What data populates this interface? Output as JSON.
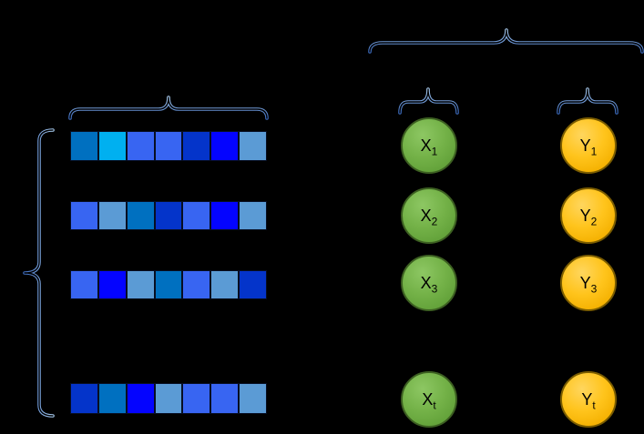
{
  "diagram": {
    "background_color": "#000000",
    "brace_gradient": {
      "light": "#A9CCEF",
      "dark": "#3C6CC0"
    },
    "feature_rows": [
      {
        "cells": [
          "#0070C0",
          "#00B0F0",
          "#3865F2",
          "#3865F2",
          "#0434CA",
          "#0404FF",
          "#5B9BD5"
        ]
      },
      {
        "cells": [
          "#3865F2",
          "#5B9BD5",
          "#0070C0",
          "#0434CA",
          "#3865F2",
          "#0404FF",
          "#5B9BD5"
        ]
      },
      {
        "cells": [
          "#3865F2",
          "#0404FF",
          "#5B9BD5",
          "#0070C0",
          "#3865F2",
          "#5B9BD5",
          "#0434CA"
        ]
      },
      {
        "cells": [
          "#0434CA",
          "#0070C0",
          "#0404FF",
          "#5B9BD5",
          "#3865F2",
          "#3865F2",
          "#5B9BD5"
        ]
      }
    ],
    "x_nodes": [
      {
        "base": "X",
        "sub": "1",
        "fill": "#70AD47"
      },
      {
        "base": "X",
        "sub": "2",
        "fill": "#70AD47"
      },
      {
        "base": "X",
        "sub": "3",
        "fill": "#70AD47"
      },
      {
        "base": "X",
        "sub": "t",
        "fill": "#70AD47"
      }
    ],
    "y_nodes": [
      {
        "base": "Y",
        "sub": "1",
        "fill": "#FFC000"
      },
      {
        "base": "Y",
        "sub": "2",
        "fill": "#FFC000"
      },
      {
        "base": "Y",
        "sub": "3",
        "fill": "#FFC000"
      },
      {
        "base": "Y",
        "sub": "t",
        "fill": "#FFC000"
      }
    ]
  }
}
